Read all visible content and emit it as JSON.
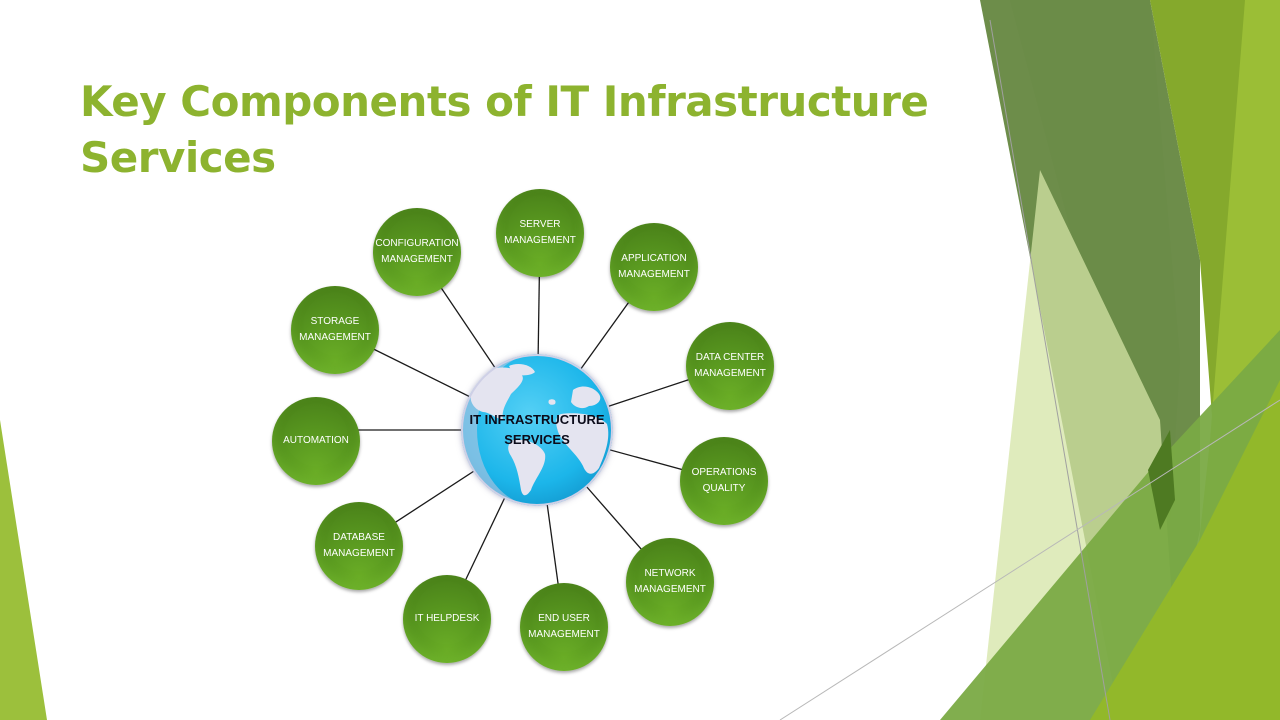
{
  "slide": {
    "title_lines": [
      "Key Components of IT Infrastructure",
      "Services"
    ],
    "colors": {
      "title": "#8db32f",
      "node_fill": "#5a9a20",
      "node_text": "#ffffff",
      "globe_ocean": "#1fb8ea",
      "globe_land": "#e3e3f0",
      "connector": "#1a1a1a"
    }
  },
  "diagram": {
    "center": {
      "label": "IT INFRASTRUCTURE\nSERVICES",
      "icon": "globe-icon"
    },
    "nodes": [
      {
        "id": "server-management",
        "label": "SERVER\nMANAGEMENT"
      },
      {
        "id": "application-management",
        "label": "APPLICATION\nMANAGEMENT"
      },
      {
        "id": "data-center-management",
        "label": "DATA CENTER\nMANAGEMENT"
      },
      {
        "id": "operations-quality",
        "label": "OPERATIONS\nQUALITY"
      },
      {
        "id": "network-management",
        "label": "NETWORK\nMANAGEMENT"
      },
      {
        "id": "end-user-management",
        "label": "END USER\nMANAGEMENT"
      },
      {
        "id": "it-helpdesk",
        "label": "IT HELPDESK"
      },
      {
        "id": "database-management",
        "label": "DATABASE\nMANAGEMENT"
      },
      {
        "id": "automation",
        "label": "AUTOMATION"
      },
      {
        "id": "storage-management",
        "label": "STORAGE\nMANAGEMENT"
      },
      {
        "id": "configuration-management",
        "label": "CONFIGURATION\nMANAGEMENT"
      }
    ]
  }
}
